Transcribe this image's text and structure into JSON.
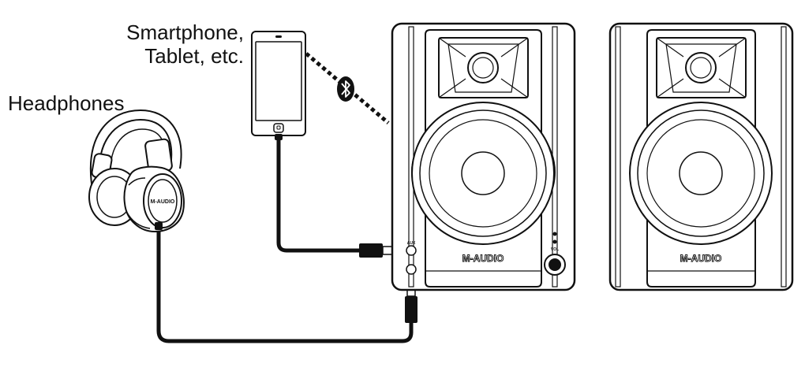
{
  "labels": {
    "phone_line1": "Smartphone,",
    "phone_line2": "Tablet, etc.",
    "headphones": "Headphones"
  },
  "speaker_brand_left": "M-AUDIO",
  "speaker_brand_right": "M-AUDIO",
  "headphone_brand": "M-AUDIO",
  "panel": {
    "aux_label": "AUX",
    "vol_label": "VOL"
  }
}
